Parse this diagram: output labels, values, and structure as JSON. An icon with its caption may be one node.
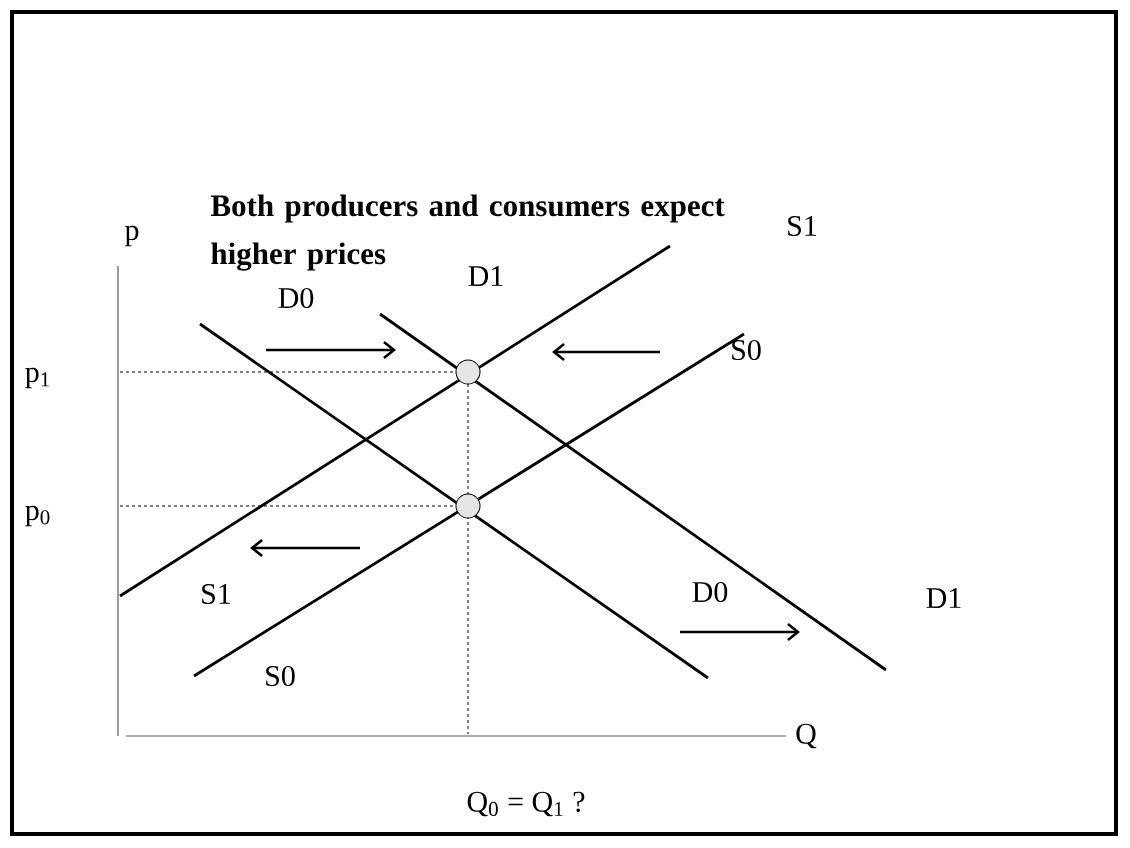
{
  "diagram": {
    "title": "Both producers and consumers expect higher prices",
    "nodes": [
      {
        "text": [],
        "shape": "circle"
      },
      {
        "text": [],
        "shape": "circle"
      }
    ],
    "labels": [
      "p",
      "S1",
      "D1",
      "D0",
      "S0",
      "p$_{1}$",
      "p$_{0}$",
      "S1",
      "D0",
      "D1",
      "S0",
      "Q",
      "Q$_{0}$ = Q$_{1}$ ?"
    ]
  }
}
